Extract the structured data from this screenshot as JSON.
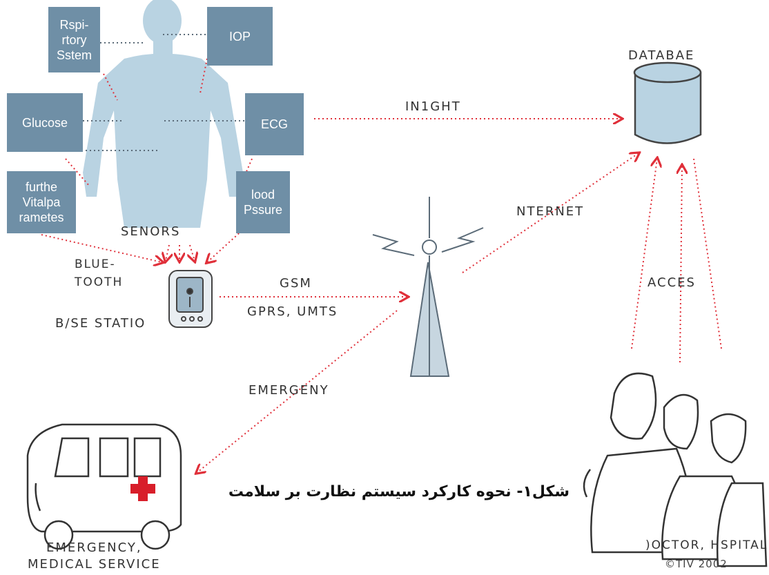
{
  "sensors_box_labels": {
    "respiratory": "Rspi-\nrtory\nSstem",
    "iop": "IOP",
    "glucose": "Glucose",
    "ecg": "ECG",
    "further": "furthe\nVitalpa\nrametes",
    "blood_pressure": "lood\nPssure"
  },
  "labels": {
    "sensors": "SENORS",
    "bluetooth": "BLUE-\nTOOTH",
    "base_station": "B/SE STATIO",
    "gsm": "GSM",
    "gprs": "GPRS, UMTS",
    "insight": "IN1GHT",
    "database": "DATABAE",
    "internet": "NTERNET",
    "access": "ACCES",
    "emergency": "EMERGENY",
    "emergency_service": "EMERGENCY,\nMEDICAL SERVICE",
    "doctor_hospital": ")OCTOR, HSPITAL"
  },
  "caption": "شکل۱- نحوه کارکرد سیستم نظارت بر سلامت",
  "copyright": "©TIV 2002",
  "colors": {
    "sensor_box": "#6f8fa6",
    "body": "#b9d3e2",
    "arrow": "#e0303a",
    "cross": "#d81e2a",
    "line": "#5b6b78"
  }
}
